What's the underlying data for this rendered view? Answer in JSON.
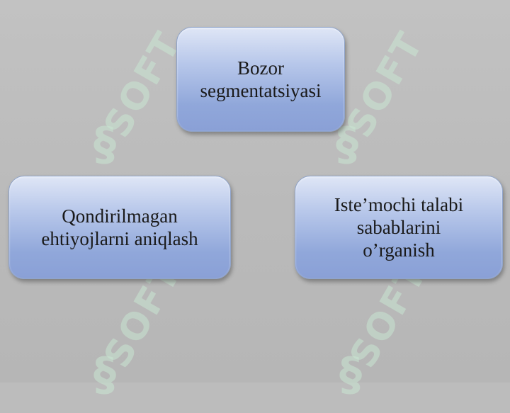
{
  "diagram": {
    "nodes": [
      {
        "id": "top",
        "lines": [
          "Bozor",
          "segmentatsiyasi"
        ]
      },
      {
        "id": "left",
        "lines": [
          "Qondirilmagan",
          "ehtiyojlarni aniqlash"
        ]
      },
      {
        "id": "right",
        "lines": [
          "Iste’mochi talabi",
          "sabablarini",
          "o’rganish"
        ]
      }
    ]
  },
  "watermark": {
    "text": "SOFT",
    "icon": "soft-logo-icon"
  }
}
